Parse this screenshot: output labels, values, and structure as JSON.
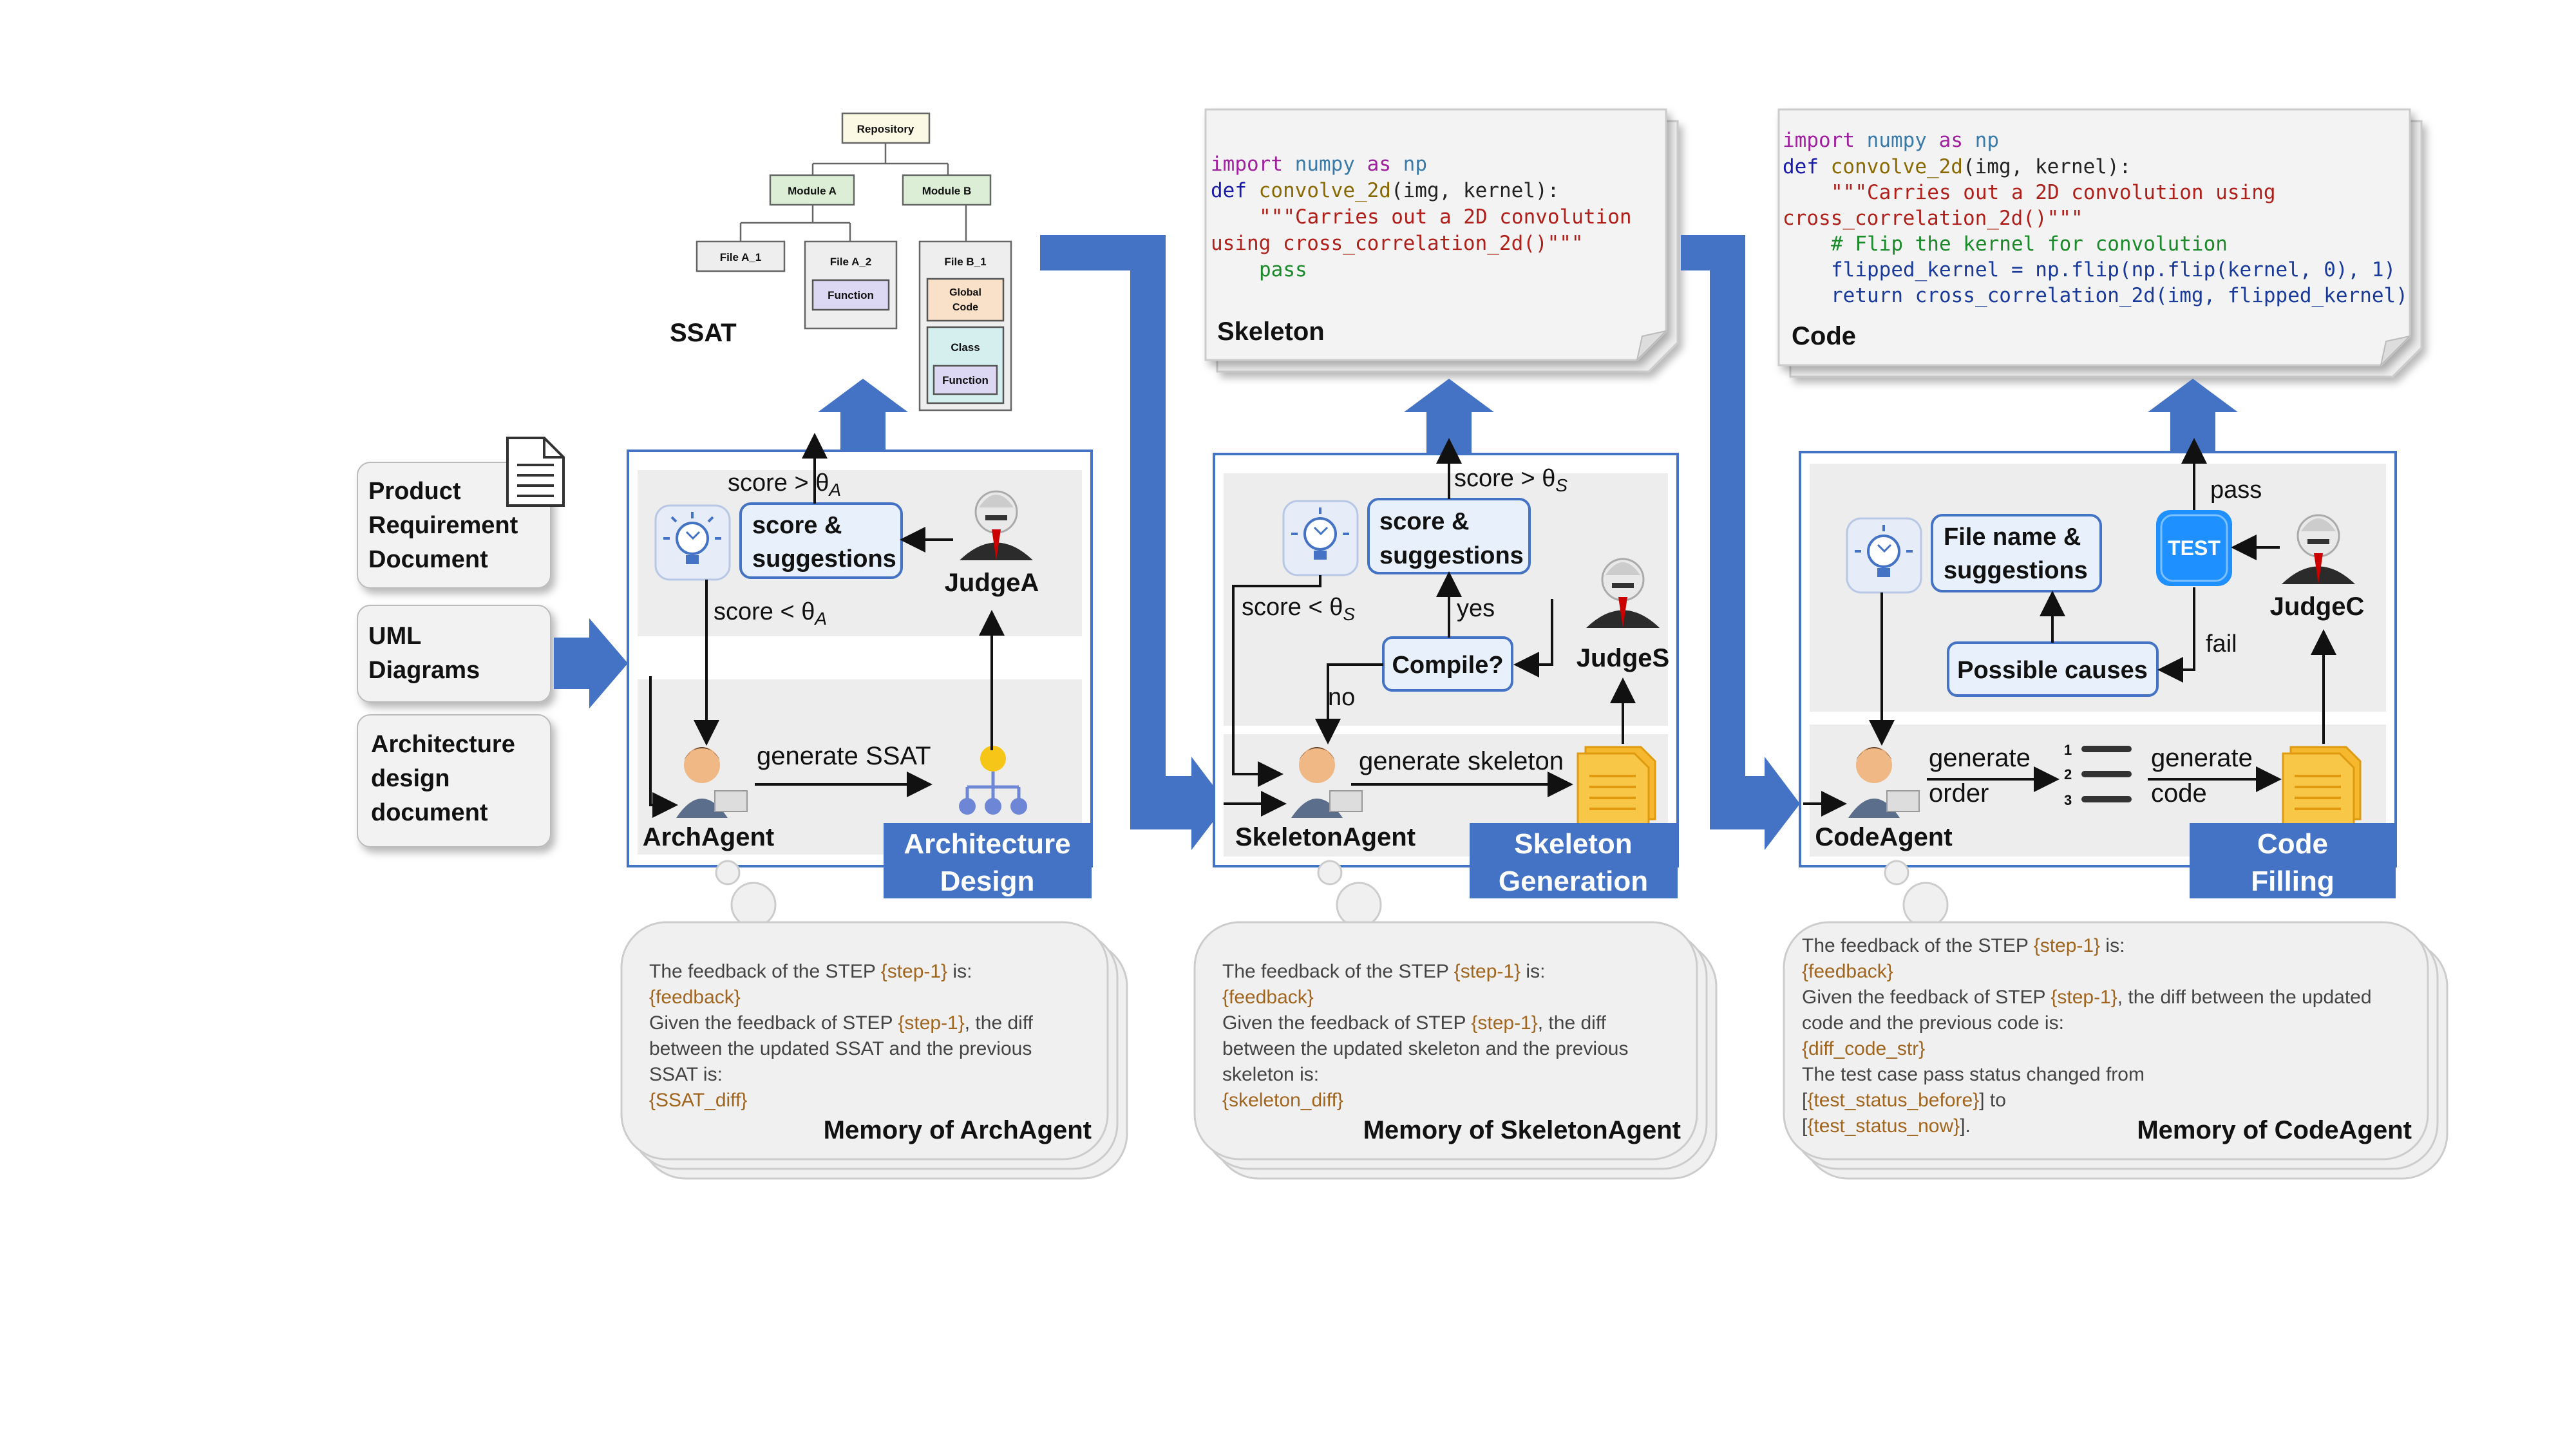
{
  "inputs": {
    "prd_lines": [
      "Product",
      "Requirement",
      "Document"
    ],
    "uml_lines": [
      "UML",
      "Diagrams"
    ],
    "arch_doc_lines": [
      "Architecture",
      "design",
      "document"
    ]
  },
  "ssat_tree": {
    "label": "SSAT",
    "repository": "Repository",
    "module_a": "Module A",
    "module_b": "Module B",
    "file_a1": "File A_1",
    "file_a2": "File A_2",
    "function_a2": "Function",
    "file_b1": "File B_1",
    "global_code_lines": [
      "Global",
      "Code"
    ],
    "class": "Class",
    "function_b1": "Function"
  },
  "stage1": {
    "score_gt": "score > θ",
    "score_gt_sub": "A",
    "score_lt": "score < θ",
    "score_lt_sub": "A",
    "score_box_lines": [
      "score &",
      "suggestions"
    ],
    "judge": "JudgeA",
    "agent": "ArchAgent",
    "action": "generate SSAT",
    "title_lines": [
      "Architecture",
      "Design"
    ]
  },
  "stage2": {
    "skeleton_label": "Skeleton",
    "code": {
      "l1_kw": "import",
      "l1_mod": "numpy",
      "l1_as": "as",
      "l1_alias": "np",
      "l2_def": "def",
      "l2_fn": "convolve_2d",
      "l2_args": "(img, kernel):",
      "l3": "\"\"\"Carries out a 2D convolution",
      "l4": "using cross_correlation_2d()\"\"\"",
      "l5": "pass"
    },
    "score_gt": "score > θ",
    "score_gt_sub": "S",
    "score_lt": "score < θ",
    "score_lt_sub": "S",
    "score_box_lines": [
      "score &",
      "suggestions"
    ],
    "compile": "Compile?",
    "yes": "yes",
    "no": "no",
    "judge": "JudgeS",
    "agent": "SkeletonAgent",
    "action": "generate skeleton",
    "title_lines": [
      "Skeleton",
      "Generation"
    ]
  },
  "stage3": {
    "code_label": "Code",
    "code": {
      "l1_kw": "import",
      "l1_mod": "numpy",
      "l1_as": "as",
      "l1_alias": "np",
      "l2_def": "def",
      "l2_fn": "convolve_2d",
      "l2_args": "(img, kernel):",
      "l3": "\"\"\"Carries out a 2D convolution using",
      "l4": "cross_correlation_2d()\"\"\"",
      "l5": "# Flip the kernel for convolution",
      "l6": "flipped_kernel = np.flip(np.flip(kernel, 0), 1)",
      "l7": "return cross_correlation_2d(img, flipped_kernel)"
    },
    "file_box_lines": [
      "File name &",
      "suggestions"
    ],
    "possible_causes": "Possible causes",
    "pass": "pass",
    "fail": "fail",
    "test_icon": "TEST",
    "judge": "JudgeC",
    "agent": "CodeAgent",
    "action1_lines": [
      "generate",
      "order"
    ],
    "action2_lines": [
      "generate",
      "code"
    ],
    "list_nums": [
      "1",
      "2",
      "3"
    ],
    "title_lines": [
      "Code",
      "Filling"
    ]
  },
  "memory1": {
    "lines": [
      [
        {
          "t": "The feedback of the STEP "
        },
        {
          "t": "{step-1}",
          "v": true
        },
        {
          "t": " is:"
        }
      ],
      [
        {
          "t": "{feedback}",
          "v": true
        }
      ],
      [
        {
          "t": "Given the feedback of STEP "
        },
        {
          "t": "{step-1}",
          "v": true
        },
        {
          "t": ", the diff"
        }
      ],
      [
        {
          "t": "between the updated SSAT and the previous"
        }
      ],
      [
        {
          "t": "SSAT is:"
        }
      ],
      [
        {
          "t": "{SSAT_diff}",
          "v": true
        }
      ]
    ],
    "title": "Memory of ArchAgent"
  },
  "memory2": {
    "lines": [
      [
        {
          "t": "The feedback of the STEP "
        },
        {
          "t": "{step-1}",
          "v": true
        },
        {
          "t": " is:"
        }
      ],
      [
        {
          "t": "{feedback}",
          "v": true
        }
      ],
      [
        {
          "t": "Given the feedback of STEP "
        },
        {
          "t": "{step-1}",
          "v": true
        },
        {
          "t": ", the diff"
        }
      ],
      [
        {
          "t": "between the updated skeleton and the previous"
        }
      ],
      [
        {
          "t": "skeleton is:"
        }
      ],
      [
        {
          "t": "{skeleton_diff}",
          "v": true
        }
      ]
    ],
    "title": "Memory of SkeletonAgent"
  },
  "memory3": {
    "lines": [
      [
        {
          "t": "The feedback of the STEP "
        },
        {
          "t": "{step-1}",
          "v": true
        },
        {
          "t": " is:"
        }
      ],
      [
        {
          "t": "{feedback}",
          "v": true
        }
      ],
      [
        {
          "t": "Given the feedback of STEP "
        },
        {
          "t": "{step-1}",
          "v": true
        },
        {
          "t": ", the diff between the updated"
        }
      ],
      [
        {
          "t": "code and the previous code is:"
        }
      ],
      [
        {
          "t": "{diff_code_str}",
          "v": true
        }
      ],
      [
        {
          "t": "The test case pass status changed from"
        }
      ],
      [
        {
          "t": "[",
          "v": false
        },
        {
          "t": "{test_status_before}",
          "v": true
        },
        {
          "t": "] to"
        }
      ],
      [
        {
          "t": "[",
          "v": false
        },
        {
          "t": "{test_status_now}",
          "v": true
        },
        {
          "t": "]."
        }
      ]
    ],
    "title": "Memory of CodeAgent"
  },
  "colors": {
    "blue": "#4472c4",
    "gray_panel": "#ededed",
    "light_box": "#e8f0fb",
    "box_border": "#4472c4"
  }
}
